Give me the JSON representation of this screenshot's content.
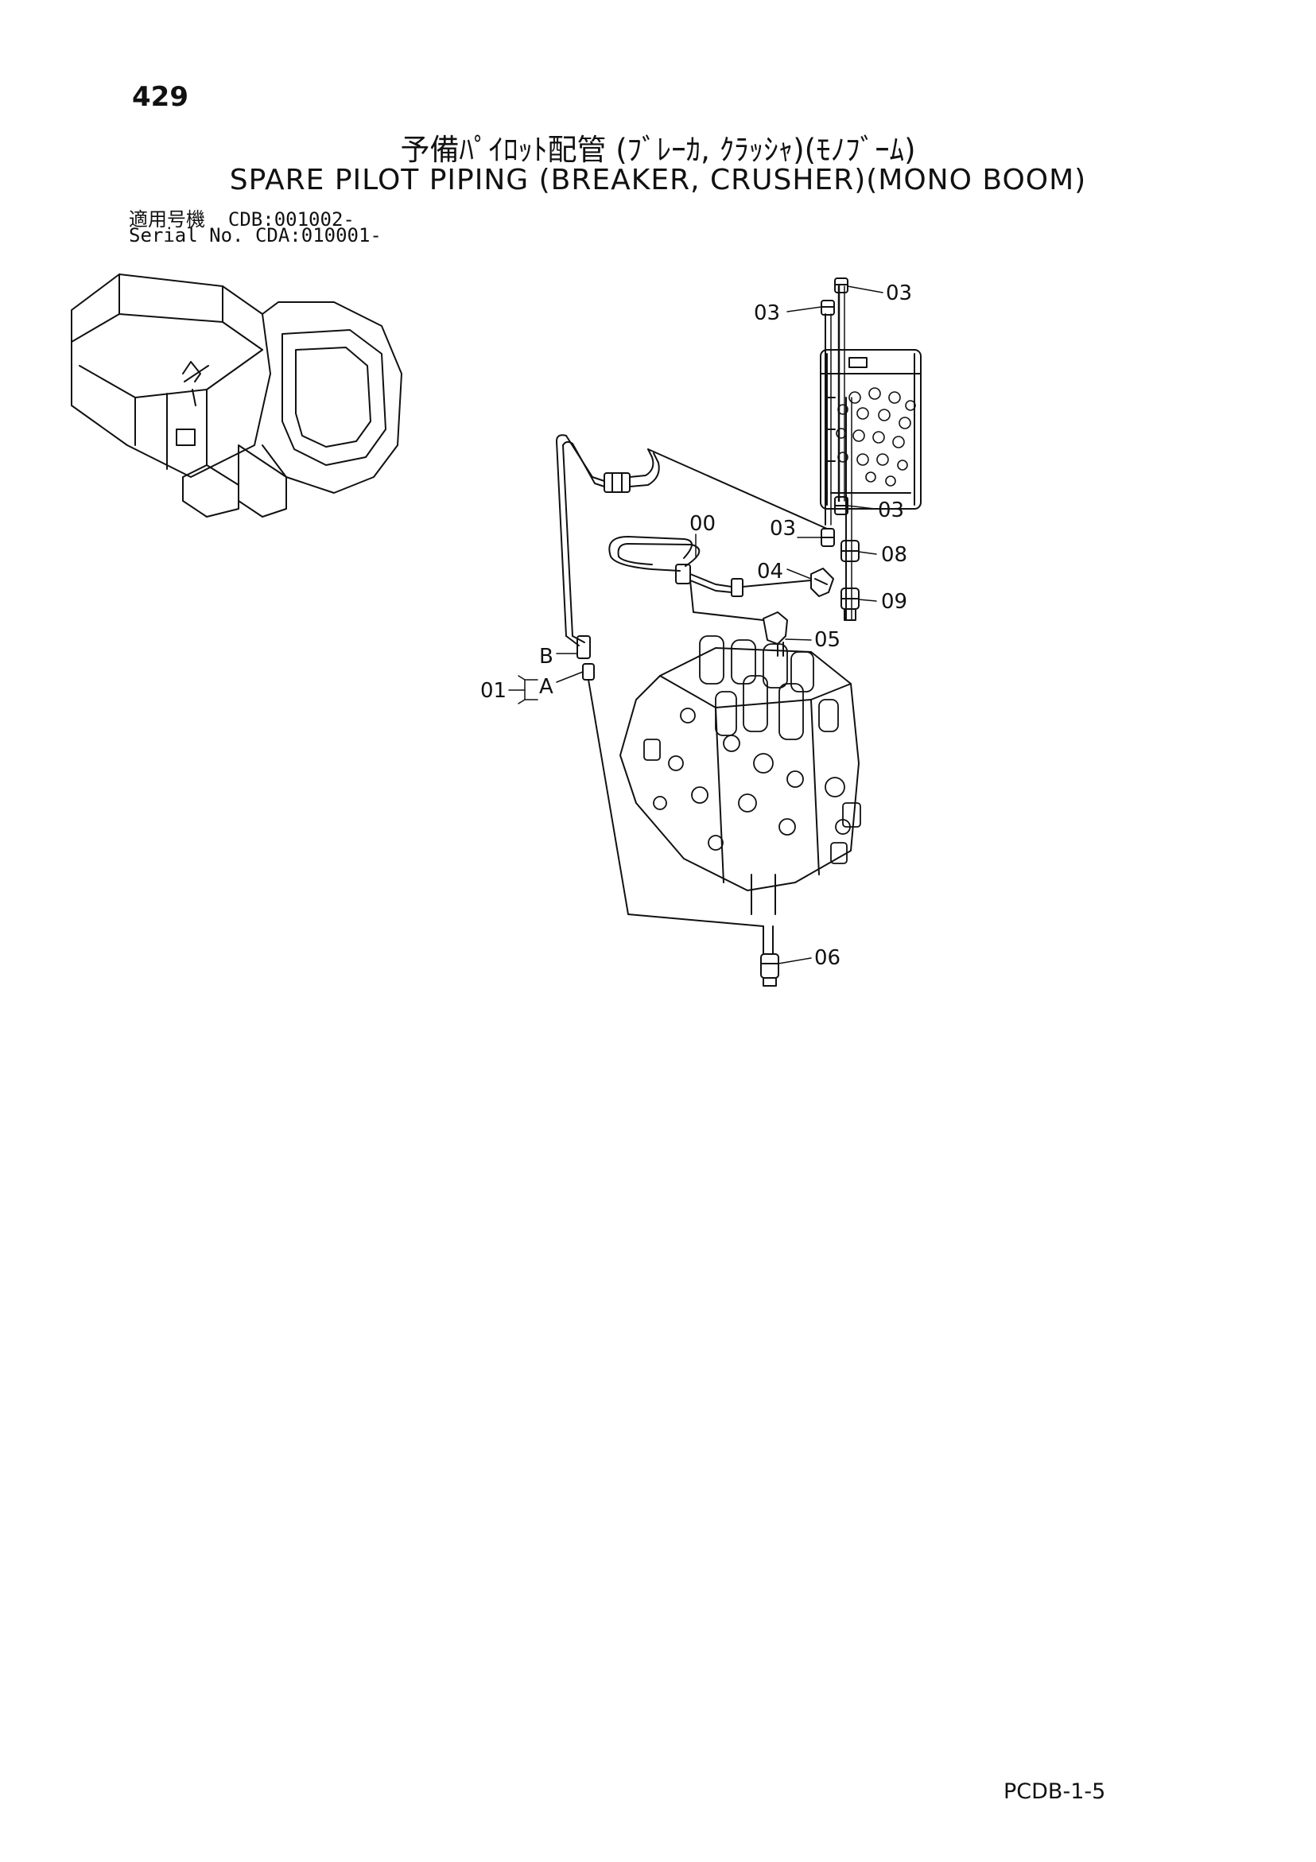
{
  "page_number": "429",
  "title_jp": "予備ﾊﾟｲﾛｯﾄ配管 (ﾌﾞﾚｰｶ, ｸﾗｯｼｬ)(ﾓﾉﾌﾞｰﾑ)",
  "title_en": "SPARE PILOT PIPING (BREAKER, CRUSHER)(MONO BOOM)",
  "serial": {
    "line1": "適用号機  CDB:001002-",
    "line2": "Serial No. CDA:010001-"
  },
  "callouts": {
    "c00": "00",
    "c01": "01",
    "cA": "A",
    "cB": "B",
    "c03a": "03",
    "c03b": "03",
    "c03c": "03",
    "c03d": "03",
    "c04": "04",
    "c05": "05",
    "c06": "06",
    "c08": "08",
    "c09": "09"
  },
  "footer_code": "PCDB-1-5"
}
